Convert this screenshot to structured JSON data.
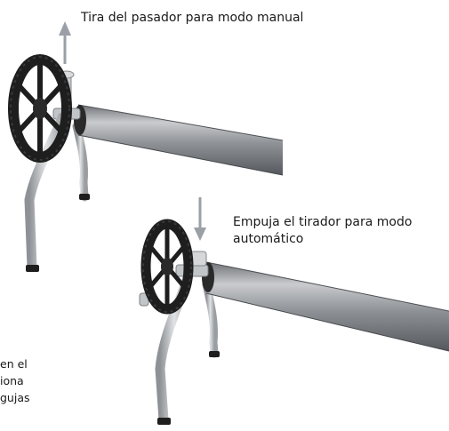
{
  "callouts": {
    "pull_pin": "Tira del pasador para modo manual",
    "push_puller": {
      "line1": "Empuja el tirador para modo",
      "line2": "automático"
    },
    "left_note": {
      "line1": "en el",
      "line2": "iona",
      "line3": "gujas"
    }
  },
  "colors": {
    "tube": "#8a8d91",
    "wheel": "#1e1e1e",
    "stand": "#b7babd",
    "arrow": "#9aa0a6"
  },
  "icons": {
    "arrow_up": "arrow-up-icon",
    "arrow_down": "arrow-down-icon"
  }
}
